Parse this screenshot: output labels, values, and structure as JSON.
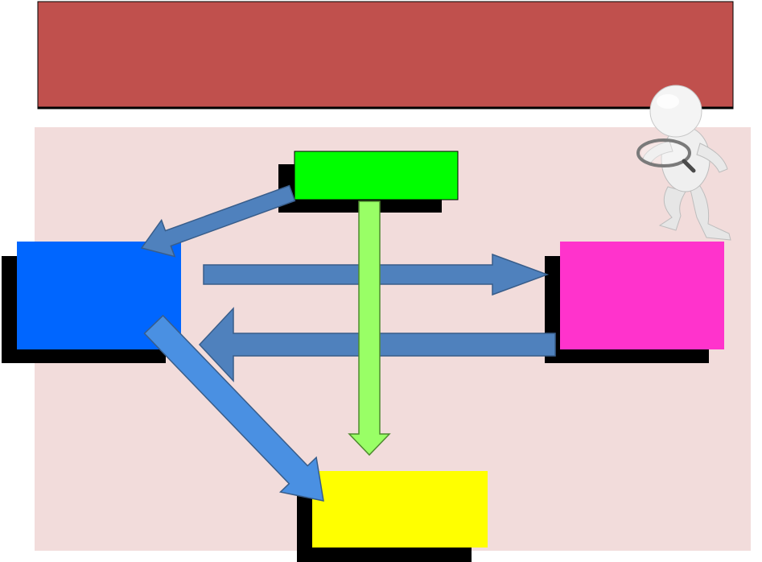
{
  "title_banner": {
    "text": "",
    "color": "#C0504D"
  },
  "panel": {
    "color": "#F2DCDB"
  },
  "nodes": [
    {
      "id": "top",
      "color": "#00FF00",
      "label": ""
    },
    {
      "id": "left",
      "color": "#0066FF",
      "label": ""
    },
    {
      "id": "right",
      "color": "#FF33CC",
      "label": ""
    },
    {
      "id": "bottom",
      "color": "#FFFF00",
      "label": ""
    }
  ],
  "arrows": [
    {
      "from": "top",
      "to": "left",
      "color": "#4F81BD"
    },
    {
      "from": "left",
      "to": "right",
      "color": "#4F81BD"
    },
    {
      "from": "right",
      "to": "left",
      "color": "#4F81BD"
    },
    {
      "from": "top",
      "to": "bottom",
      "color": "#99FF66"
    },
    {
      "from": "left",
      "to": "bottom",
      "color": "#4A90E2"
    }
  ],
  "figure": {
    "icon": "person-with-magnifying-glass-icon"
  }
}
